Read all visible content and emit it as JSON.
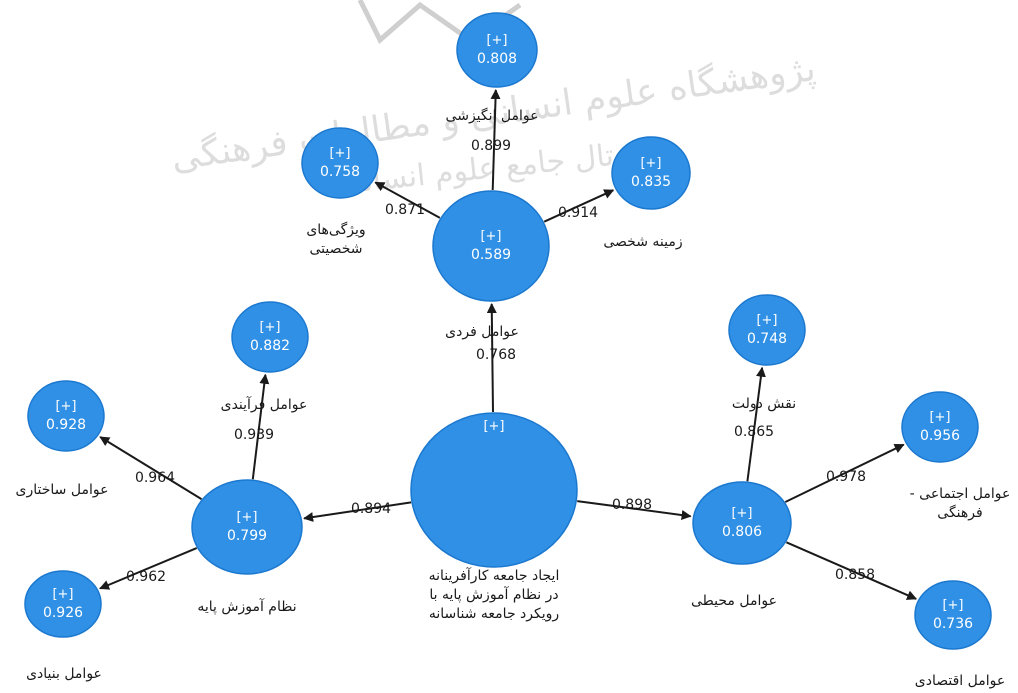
{
  "colors": {
    "node_fill": "#2f90e6",
    "node_stroke": "#1c78cf",
    "edge": "#1a1a1a",
    "watermark": "#c8c8c8"
  },
  "watermark": {
    "line1": "پژوهشگاه علوم انسانی و مطالعات فرهنگی",
    "line2": "پرتال جامع علوم انسانی"
  },
  "nodes": {
    "central": {
      "plus": "[+]",
      "value": "",
      "label": [
        "ایجاد جامعه کارآفرینانه",
        "در نظام آموزش پایه با",
        "رویکرد جامعه شناسانه"
      ]
    },
    "fardi": {
      "plus": "[+]",
      "value": "0.589",
      "label": [
        "عوامل فردی"
      ]
    },
    "angizeshi": {
      "plus": "[+]",
      "value": "0.808",
      "label": [
        "عوامل انگیزشی"
      ]
    },
    "vizhegi": {
      "plus": "[+]",
      "value": "0.758",
      "label": [
        "ویژگی‌های",
        "شخصیتی"
      ]
    },
    "zamineh": {
      "plus": "[+]",
      "value": "0.835",
      "label": [
        "زمینه شخصی"
      ]
    },
    "amoozesh": {
      "plus": "[+]",
      "value": "0.799",
      "label": [
        "نظام آموزش پایه"
      ]
    },
    "farayandi": {
      "plus": "[+]",
      "value": "0.882",
      "label": [
        "عوامل فرآیندی"
      ]
    },
    "sakhtari": {
      "plus": "[+]",
      "value": "0.928",
      "label": [
        "عوامل ساختاری"
      ]
    },
    "bonyadi": {
      "plus": "[+]",
      "value": "0.926",
      "label": [
        "عوامل بنیادی"
      ]
    },
    "mohiti": {
      "plus": "[+]",
      "value": "0.806",
      "label": [
        "عوامل محیطی"
      ]
    },
    "dolat": {
      "plus": "[+]",
      "value": "0.748",
      "label": [
        "نقش دولت"
      ]
    },
    "ejtemai": {
      "plus": "[+]",
      "value": "0.956",
      "label": [
        "عوامل اجتماعی -",
        "فرهنگی"
      ]
    },
    "eqtesadi": {
      "plus": "[+]",
      "value": "0.736",
      "label": [
        "عوامل اقتصادی"
      ]
    }
  },
  "edges": [
    {
      "from": "central",
      "to": "fardi",
      "value": "0.768"
    },
    {
      "from": "central",
      "to": "amoozesh",
      "value": "0.894"
    },
    {
      "from": "central",
      "to": "mohiti",
      "value": "0.898"
    },
    {
      "from": "fardi",
      "to": "angizeshi",
      "value": "0.899"
    },
    {
      "from": "fardi",
      "to": "vizhegi",
      "value": "0.871"
    },
    {
      "from": "fardi",
      "to": "zamineh",
      "value": "0.914"
    },
    {
      "from": "amoozesh",
      "to": "farayandi",
      "value": "0.939"
    },
    {
      "from": "amoozesh",
      "to": "sakhtari",
      "value": "0.964"
    },
    {
      "from": "amoozesh",
      "to": "bonyadi",
      "value": "0.962"
    },
    {
      "from": "mohiti",
      "to": "dolat",
      "value": "0.865"
    },
    {
      "from": "mohiti",
      "to": "ejtemai",
      "value": "0.978"
    },
    {
      "from": "mohiti",
      "to": "eqtesadi",
      "value": "0.858"
    }
  ]
}
